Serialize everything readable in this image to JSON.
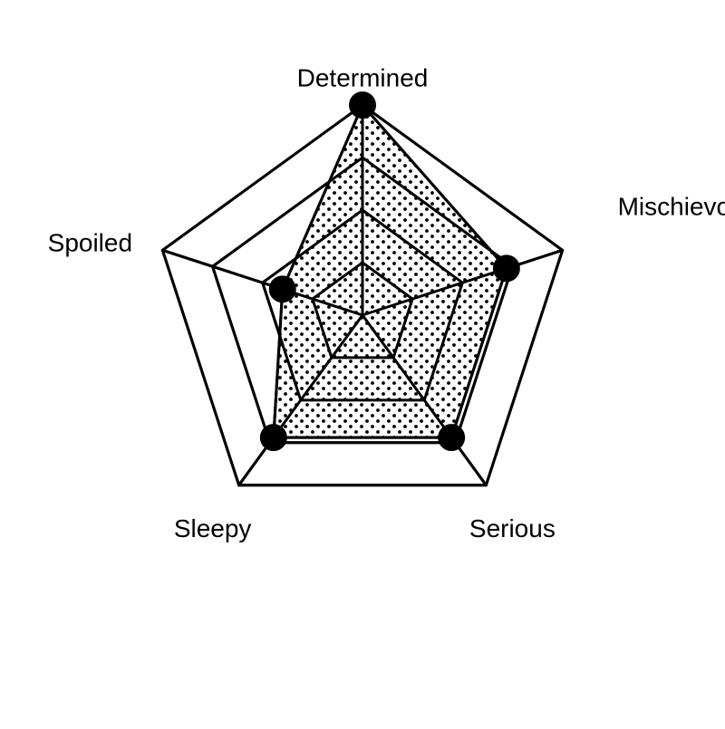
{
  "chart_data": {
    "type": "radar",
    "title": "",
    "categories": [
      "Determined",
      "Mischievous",
      "Serious",
      "Sleepy",
      "Spoiled"
    ],
    "series": [
      {
        "values": [
          1.0,
          0.72,
          0.72,
          0.72,
          0.4
        ]
      }
    ],
    "rlim": [
      0,
      1
    ],
    "grid_levels": [
      0.25,
      0.5,
      0.75,
      1.0
    ],
    "grid": true,
    "fill_pattern": "dots",
    "colors": {
      "line": "#000000",
      "fill_background": "#ffffff",
      "fill_dots": "#000000",
      "markers": "#000000"
    }
  }
}
